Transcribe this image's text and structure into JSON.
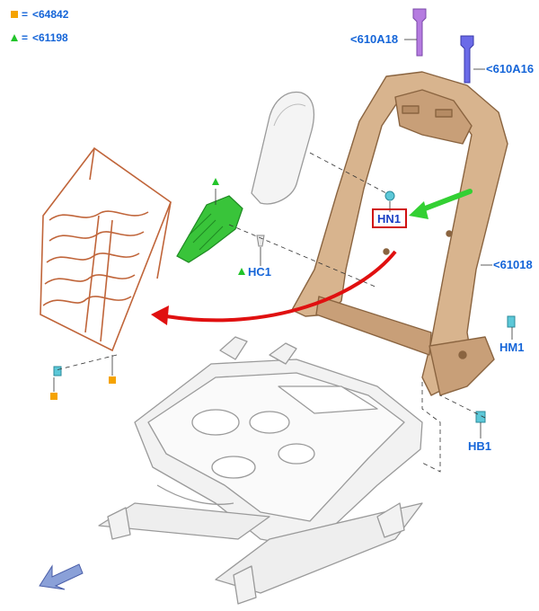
{
  "legend": [
    {
      "symbol": "square",
      "color": "#f5a300",
      "eq": "=",
      "value": "<64842"
    },
    {
      "symbol": "triangle",
      "color": "#22c42a",
      "eq": "=",
      "value": "<61198"
    }
  ],
  "callouts": {
    "bolt_a18": "<610A18",
    "bolt_a16": "<610A16",
    "frame": "<61018",
    "hn1": "HN1",
    "hc1": "HC1",
    "hm1": "HM1",
    "hb1": "HB1"
  },
  "colors": {
    "label_blue": "#1565d8",
    "frame_tan": "#d8b48e",
    "frame_edge": "#8a6440",
    "spring_copper": "#c0653a",
    "bracket_green": "#39c43a",
    "bolt_purple": "#b57be0",
    "bolt_violet": "#6b6be8",
    "clip_cyan": "#5cc8d8",
    "arrow_red": "#e01010",
    "arrow_green": "#33d033",
    "highlight_red": "#d01010",
    "nav_arrow": "#8aa0d8"
  },
  "icons": {
    "nav": "arrow-down-left-icon"
  }
}
